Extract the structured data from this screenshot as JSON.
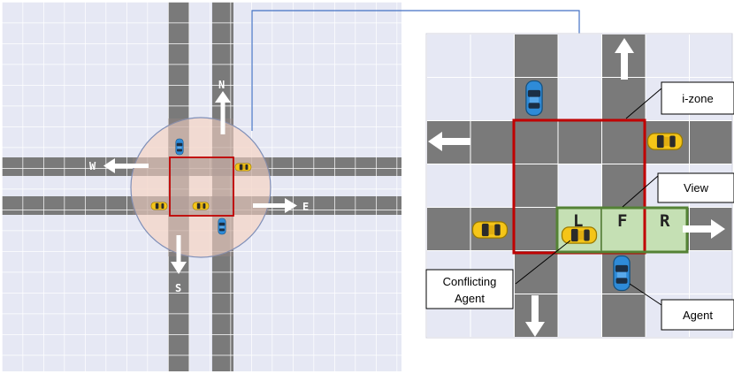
{
  "left_view": {
    "directions": {
      "north": "N",
      "south": "S",
      "east": "E",
      "west": "W"
    }
  },
  "zoom_view": {
    "cell_labels": {
      "left": "L",
      "forward": "F",
      "right": "R"
    },
    "callouts": {
      "izone": "i-zone",
      "view": "View",
      "conflicting_agent_line1": "Conflicting",
      "conflicting_agent_line2": "Agent",
      "agent": "Agent"
    }
  },
  "colors": {
    "grid_background": "#e6e8f4",
    "grid_line": "#ffffff",
    "road": "#7a7a7a",
    "izone_border": "#c00000",
    "view_border": "#548235",
    "view_fill": "#c5e0b4",
    "influence_circle": "#f4d6c8",
    "circle_stroke": "#7f8fb8",
    "connector_line": "#4472c4",
    "taxi_yellow": "#f5c518",
    "agent_blue": "#2e8bd8"
  }
}
